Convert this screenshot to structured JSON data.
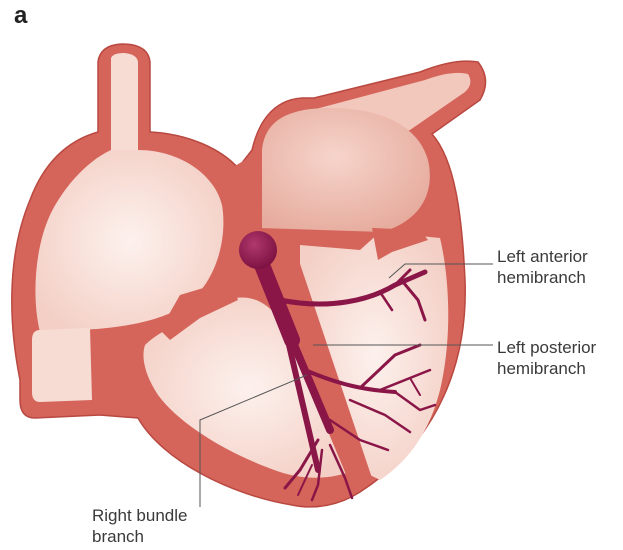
{
  "panel_label": "a",
  "labels": {
    "left_anterior": [
      "Left anterior",
      "hemibranch"
    ],
    "left_posterior": [
      "Left posterior",
      "hemibranch"
    ],
    "right_bundle": [
      "Right bundle",
      "branch"
    ]
  },
  "colors": {
    "wall": "#d5645a",
    "wall_outline": "#b94840",
    "chamber": "#f7dcd4",
    "chamber_light": "#fdf1ed",
    "atrium_left": "#efbcb0",
    "conduction": "#8a1648",
    "leader_line": "#555555"
  }
}
